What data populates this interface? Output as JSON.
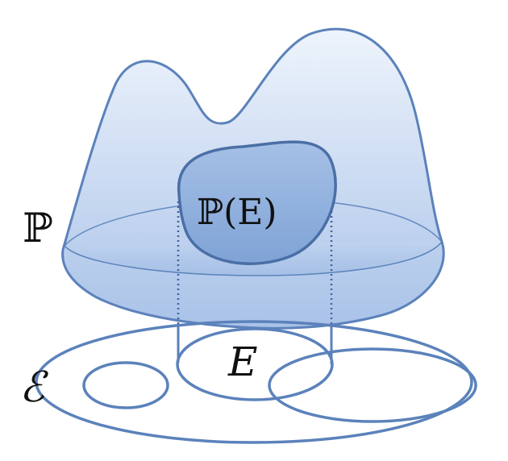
{
  "labels": {
    "space": "ℙ",
    "projection_subset": "ℙ(E)",
    "base_set": "E",
    "collection": "ℰ"
  },
  "colors": {
    "stroke": "#5b82bb",
    "surface_fill_top": "#eef4fc",
    "surface_fill_bottom": "#a9c2e8",
    "blob_fill": "#8fb0de",
    "text": "#111111"
  }
}
